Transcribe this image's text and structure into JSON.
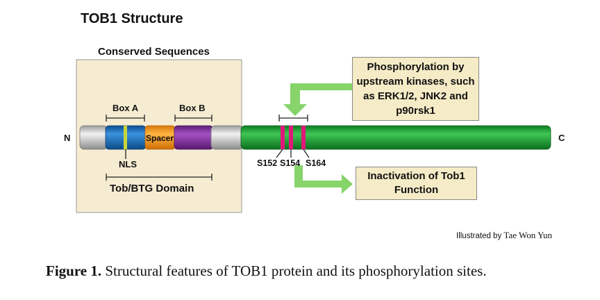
{
  "title": "TOB1 Structure",
  "conserved_title": "Conserved Sequences",
  "box_a": "Box A",
  "box_b": "Box B",
  "spacer": "Spacer",
  "n_term": "N",
  "c_term": "C",
  "nls": "NLS",
  "domain": "Tob/BTG Domain",
  "sites": [
    "S152",
    "S154",
    "S164"
  ],
  "phosphorylation": "Phosphorylation by upstream  kinases, such as ERK1/2, JNK2 and p90rsk1",
  "inactivation": "Inactivation of Tob1 Function",
  "credit_prefix": "Illustrated by",
  "credit_name": "Tae Won Yun",
  "caption_label": "Figure 1.",
  "caption_text": " Structural features of TOB1 protein and its phosphorylation sites.",
  "colors": {
    "panel": "#f5ecd2",
    "box_a": "#1d75c4",
    "spacer": "#f59a1a",
    "box_b": "#8a35a8",
    "bar": "#22a33a",
    "site": "#e0187a",
    "arrow": "#86d46a",
    "nls": "#c8d43a"
  }
}
